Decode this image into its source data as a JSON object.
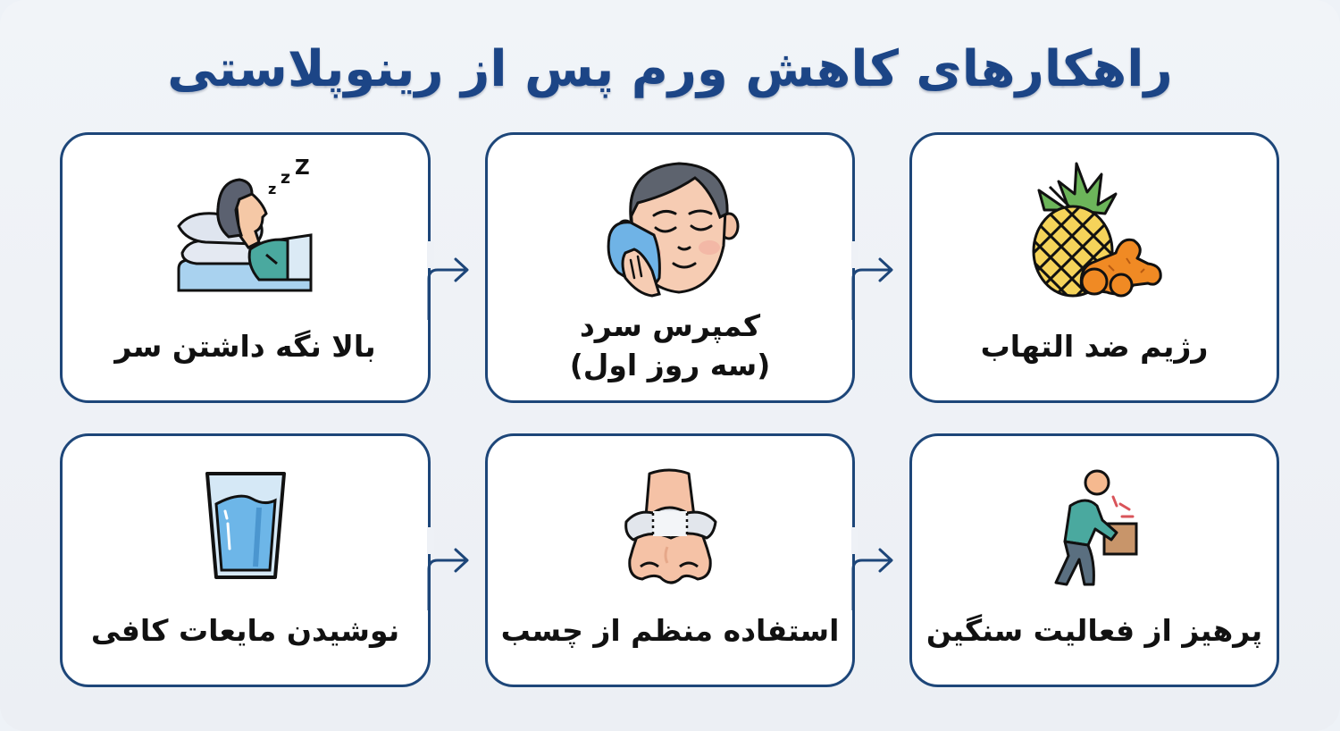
{
  "title": "راهکارهای کاهش ورم پس از رینوپلاستی",
  "colors": {
    "background": "#eef2f7",
    "card_border": "#1d4679",
    "title": "#1c4586",
    "arrow": "#1d4679",
    "label_text": "#111111"
  },
  "cards": [
    {
      "id": "anti-inflammatory-diet",
      "label": "رژیم ضد التهاب",
      "icon": "pineapple-turmeric-icon",
      "row": 1,
      "position_rtl": 1
    },
    {
      "id": "cold-compress",
      "label": "کمپرس سرد",
      "sublabel": "(سه روز اول)",
      "icon": "cold-compress-face-icon",
      "row": 1,
      "position_rtl": 2
    },
    {
      "id": "keep-head-elevated",
      "label": "بالا نگه داشتن سر",
      "icon": "sleeping-person-icon",
      "row": 1,
      "position_rtl": 3
    },
    {
      "id": "avoid-heavy-activity",
      "label": "پرهیز از فعالیت سنگین",
      "icon": "person-lifting-box-icon",
      "row": 2,
      "position_rtl": 1
    },
    {
      "id": "nasal-tape",
      "label": "استفاده منظم از چسب",
      "icon": "taped-nose-icon",
      "row": 2,
      "position_rtl": 2
    },
    {
      "id": "drink-fluids",
      "label": "نوشیدن مایعات کافی",
      "icon": "water-glass-icon",
      "row": 2,
      "position_rtl": 3
    }
  ],
  "connectors": [
    {
      "from": "keep-head-elevated",
      "to": "cold-compress",
      "icon": "arrow-right-icon"
    },
    {
      "from": "cold-compress",
      "to": "anti-inflammatory-diet",
      "icon": "arrow-right-icon"
    },
    {
      "from": "drink-fluids",
      "to": "nasal-tape",
      "icon": "arrow-right-icon"
    },
    {
      "from": "nasal-tape",
      "to": "avoid-heavy-activity",
      "icon": "arrow-right-icon"
    }
  ],
  "icons": {
    "zzz": "zzZ"
  }
}
